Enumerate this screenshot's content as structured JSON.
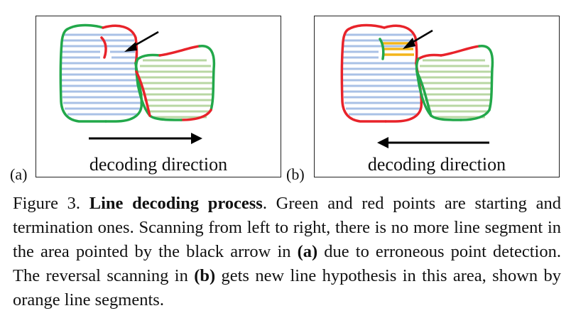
{
  "panels": [
    {
      "label": "(a)",
      "direction_text": "decoding direction"
    },
    {
      "label": "(b)",
      "direction_text": "decoding direction"
    }
  ],
  "caption": {
    "figure_number": "Figure 3.",
    "title": "Line decoding process",
    "text1": ". Green and red points are starting and termination ones. Scanning from left to right, there is no more line segment in the area pointed by the black arrow in ",
    "ref_a": "(a)",
    "text2": " due to erroneous point detection. The reversal scanning in ",
    "ref_b": "(b)",
    "text3": " gets new line hypothesis in this area, shown by orange line segments."
  },
  "colors": {
    "green": "#22a84a",
    "red": "#e8232a",
    "blue_fill": "#a9c1e6",
    "green_fill": "#b8d7a3",
    "orange": "#f3b51b",
    "arrow": "#000000"
  }
}
